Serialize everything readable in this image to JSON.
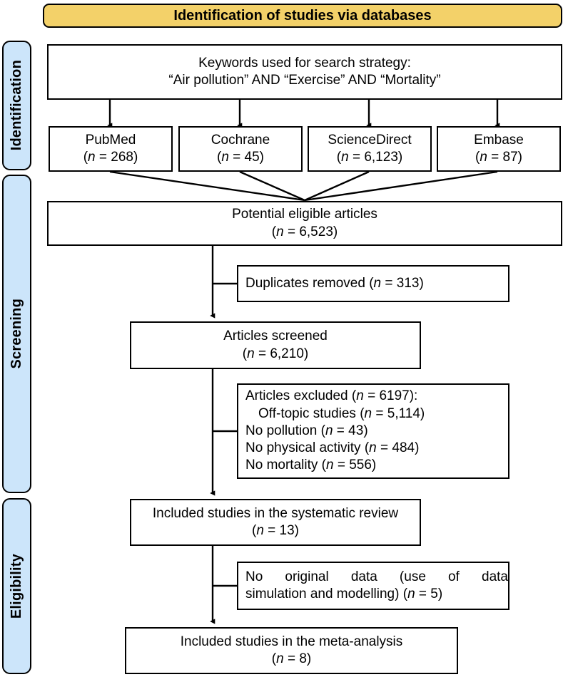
{
  "banner": {
    "label": "Identification of studies via databases",
    "fill": "#f3d169",
    "border": "#000000"
  },
  "stages": [
    {
      "key": "identification",
      "label": "Identification",
      "fill": "#cce5fa"
    },
    {
      "key": "screening",
      "label": "Screening",
      "fill": "#cce5fa"
    },
    {
      "key": "eligibility",
      "label": "Eligibility",
      "fill": "#cce5fa"
    }
  ],
  "boxes": {
    "keywords": {
      "line1": "Keywords used for search strategy:",
      "line2": "“Air pollution” AND “Exercise” AND “Mortality”"
    },
    "pubmed": {
      "line1": "PubMed",
      "n_prefix": "(",
      "n_label": "n",
      "n_value": " = 268)"
    },
    "cochrane": {
      "line1": "Cochrane",
      "n_prefix": "(",
      "n_label": "n",
      "n_value": " = 45)"
    },
    "sciencedirect": {
      "line1": "ScienceDirect",
      "n_prefix": "(",
      "n_label": "n",
      "n_value": " = 6,123)"
    },
    "embase": {
      "line1": "Embase",
      "n_prefix": "(",
      "n_label": "n",
      "n_value": " = 87)"
    },
    "potential": {
      "line1": "Potential eligible articles",
      "n_prefix": "(",
      "n_label": "n",
      "n_value": " = 6,523)"
    },
    "duplicates": {
      "pre": "Duplicates removed (",
      "n_label": "n",
      "post": " = 313)"
    },
    "screened": {
      "line1": "Articles screened",
      "n_prefix": "(",
      "n_label": "n",
      "n_value": " = 6,210)"
    },
    "excluded": {
      "header_pre": "Articles excluded (",
      "header_n": "n",
      "header_post": " = 6197):",
      "items": [
        {
          "pre": "Off-topic studies (",
          "n": "n",
          "post": " = 5,114)"
        },
        {
          "pre": "No pollution (",
          "n": "n",
          "post": " = 43)"
        },
        {
          "pre": "No physical activity (",
          "n": "n",
          "post": " = 484)"
        },
        {
          "pre": "No mortality (",
          "n": "n",
          "post": " = 556)"
        }
      ]
    },
    "included_sr": {
      "line1": "Included studies in the systematic review",
      "n_prefix": "(",
      "n_label": "n",
      "n_value": " = 13)"
    },
    "no_original": {
      "line1": "No original data (use of data",
      "pre2": "simulation and modelling) (",
      "n_label": "n",
      "post2": " = 5)"
    },
    "included_ma": {
      "line1": "Included studies in the meta-analysis",
      "n_prefix": "(",
      "n_label": "n",
      "n_value": " = 8)"
    }
  },
  "chart_data": {
    "type": "diagram",
    "title": "Identification of studies via databases",
    "flow": "PRISMA study selection flow diagram",
    "stages": [
      "Identification",
      "Screening",
      "Eligibility"
    ],
    "records": [
      {
        "label": "PubMed",
        "n": 268
      },
      {
        "label": "Cochrane",
        "n": 45
      },
      {
        "label": "ScienceDirect",
        "n": 6123
      },
      {
        "label": "Embase",
        "n": 87
      },
      {
        "label": "Potential eligible articles",
        "n": 6523
      },
      {
        "label": "Duplicates removed",
        "n": 313
      },
      {
        "label": "Articles screened",
        "n": 6210
      },
      {
        "label": "Articles excluded",
        "n": 6197
      },
      {
        "label": "Off-topic studies",
        "n": 5114
      },
      {
        "label": "No pollution",
        "n": 43
      },
      {
        "label": "No physical activity",
        "n": 484
      },
      {
        "label": "No mortality",
        "n": 556
      },
      {
        "label": "Included studies in the systematic review",
        "n": 13
      },
      {
        "label": "No original data (use of data simulation and modelling)",
        "n": 5
      },
      {
        "label": "Included studies in the meta-analysis",
        "n": 8
      }
    ]
  }
}
